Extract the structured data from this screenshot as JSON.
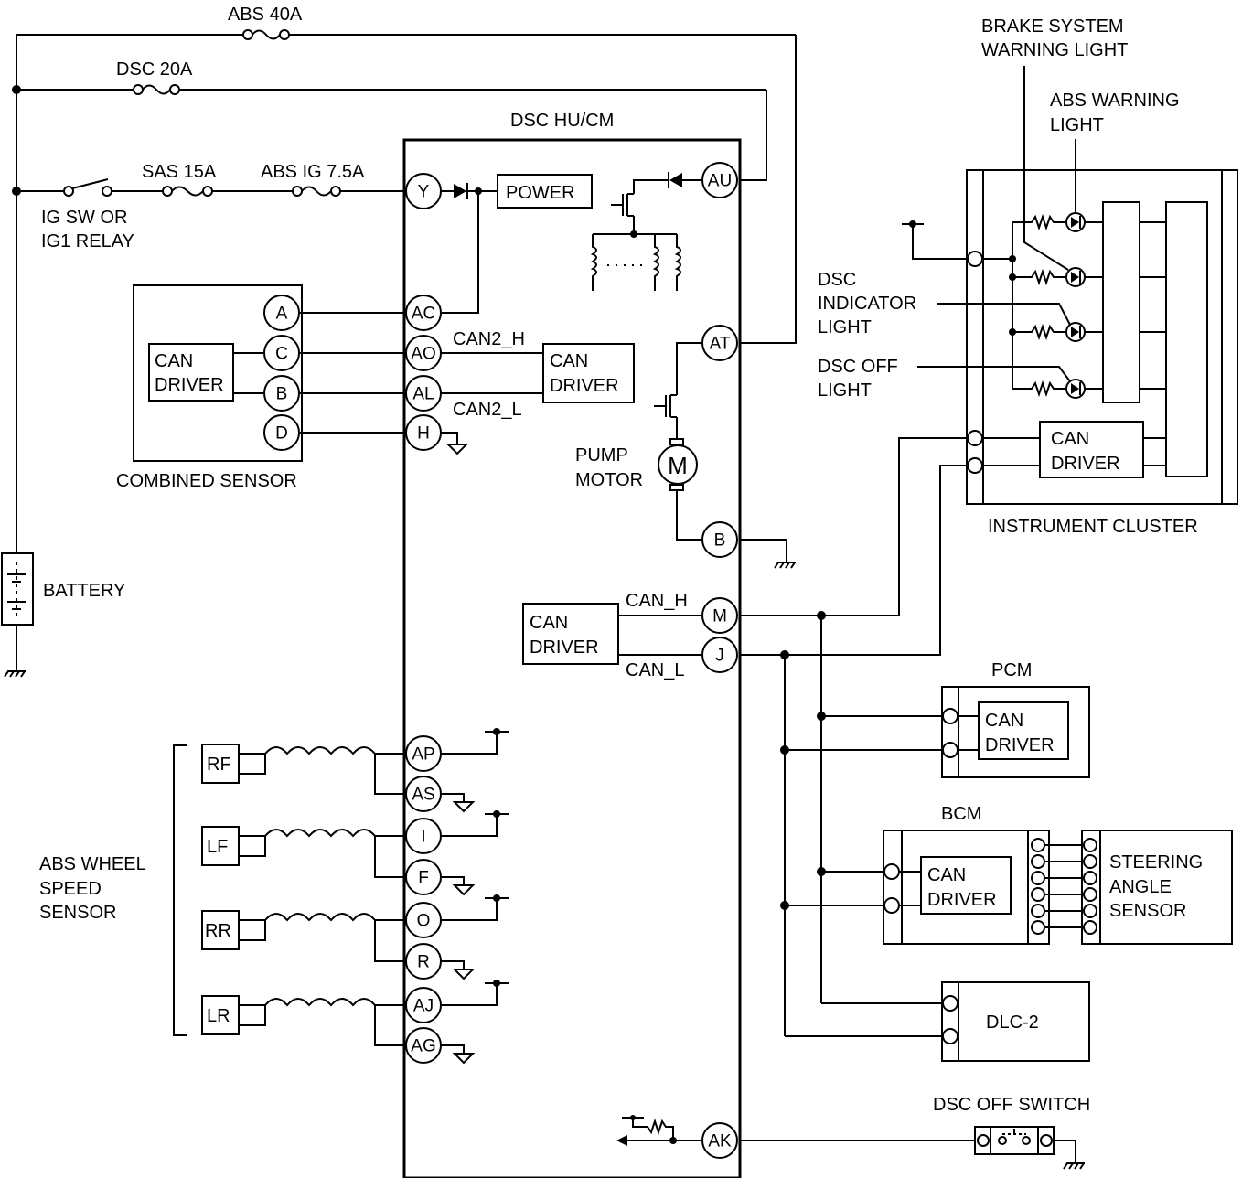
{
  "fuses": {
    "abs40": "ABS 40A",
    "dsc20": "DSC 20A",
    "sas15": "SAS 15A",
    "absig": "ABS IG 7.5A"
  },
  "ig_switch": [
    "IG SW OR",
    "IG1 RELAY"
  ],
  "battery": "BATTERY",
  "module": {
    "title": "DSC HU/CM",
    "power": "POWER",
    "pump_motor": [
      "PUMP",
      "MOTOR"
    ],
    "motor_symbol": "M",
    "can_driver": [
      "CAN",
      "DRIVER"
    ],
    "can2_h": "CAN2_H",
    "can2_l": "CAN2_L",
    "can_h": "CAN_H",
    "can_l": "CAN_L"
  },
  "pins": {
    "Y": "Y",
    "AU": "AU",
    "AC": "AC",
    "AO": "AO",
    "AL": "AL",
    "H": "H",
    "AT": "AT",
    "B": "B",
    "M": "M",
    "J": "J",
    "AP": "AP",
    "AS": "AS",
    "I": "I",
    "F": "F",
    "O": "O",
    "R": "R",
    "AJ": "AJ",
    "AG": "AG",
    "AK": "AK"
  },
  "combined_sensor": {
    "label": "COMBINED SENSOR",
    "can_driver": [
      "CAN",
      "DRIVER"
    ],
    "pins": [
      "A",
      "C",
      "B",
      "D"
    ]
  },
  "wheel_sensors": {
    "label": [
      "ABS WHEEL",
      "SPEED",
      "SENSOR"
    ],
    "items": [
      "RF",
      "LF",
      "RR",
      "LR"
    ]
  },
  "instrument_cluster": {
    "label": "INSTRUMENT CLUSTER",
    "brake_light": [
      "BRAKE SYSTEM",
      "WARNING LIGHT"
    ],
    "abs_light": [
      "ABS WARNING",
      "LIGHT"
    ],
    "dsc_indicator": [
      "DSC",
      "INDICATOR",
      "LIGHT"
    ],
    "dsc_off_light": [
      "DSC OFF",
      "LIGHT"
    ],
    "can_driver": [
      "CAN",
      "DRIVER"
    ]
  },
  "pcm": {
    "label": "PCM",
    "can_driver": [
      "CAN",
      "DRIVER"
    ]
  },
  "bcm": {
    "label": "BCM",
    "can_driver": [
      "CAN",
      "DRIVER"
    ]
  },
  "steering_angle_sensor": [
    "STEERING",
    "ANGLE",
    "SENSOR"
  ],
  "dlc2": "DLC-2",
  "dsc_off_switch": "DSC OFF SWITCH"
}
